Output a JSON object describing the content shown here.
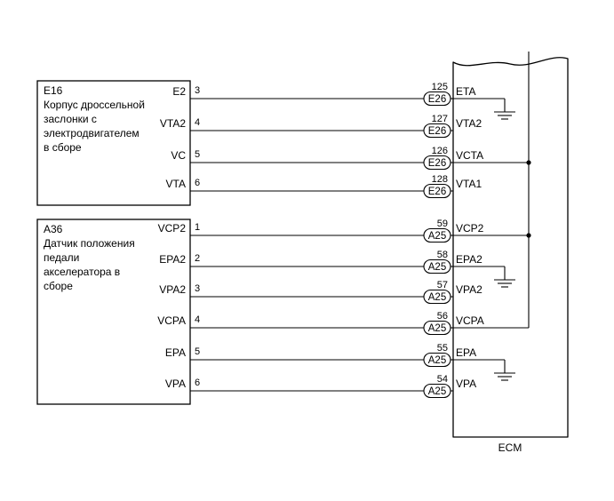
{
  "components": [
    {
      "id": "E16",
      "description": [
        "Корпус дроссельной",
        "заслонки с",
        "электродвигателем",
        "в сборе"
      ]
    },
    {
      "id": "A36",
      "description": [
        "Датчик положения",
        "педали",
        "акселератора в",
        "сборе"
      ]
    }
  ],
  "ecm": {
    "label": "ECM"
  },
  "wires": [
    {
      "component": 0,
      "left_terminal": "E2",
      "left_pin": "3",
      "ecm_pin": "125",
      "connector": "E26",
      "ecm_terminal": "ETA",
      "end": "ground"
    },
    {
      "component": 0,
      "left_terminal": "VTA2",
      "left_pin": "4",
      "ecm_pin": "127",
      "connector": "E26",
      "ecm_terminal": "VTA2",
      "end": "none"
    },
    {
      "component": 0,
      "left_terminal": "VC",
      "left_pin": "5",
      "ecm_pin": "126",
      "connector": "E26",
      "ecm_terminal": "VCTA",
      "end": "bus-junction"
    },
    {
      "component": 0,
      "left_terminal": "VTA",
      "left_pin": "6",
      "ecm_pin": "128",
      "connector": "E26",
      "ecm_terminal": "VTA1",
      "end": "none"
    },
    {
      "component": 1,
      "left_terminal": "VCP2",
      "left_pin": "1",
      "ecm_pin": "59",
      "connector": "A25",
      "ecm_terminal": "VCP2",
      "end": "bus-junction"
    },
    {
      "component": 1,
      "left_terminal": "EPA2",
      "left_pin": "2",
      "ecm_pin": "58",
      "connector": "A25",
      "ecm_terminal": "EPA2",
      "end": "ground"
    },
    {
      "component": 1,
      "left_terminal": "VPA2",
      "left_pin": "3",
      "ecm_pin": "57",
      "connector": "A25",
      "ecm_terminal": "VPA2",
      "end": "none"
    },
    {
      "component": 1,
      "left_terminal": "VCPA",
      "left_pin": "4",
      "ecm_pin": "56",
      "connector": "A25",
      "ecm_terminal": "VCPA",
      "end": "bus-corner"
    },
    {
      "component": 1,
      "left_terminal": "EPA",
      "left_pin": "5",
      "ecm_pin": "55",
      "connector": "A25",
      "ecm_terminal": "EPA",
      "end": "ground"
    },
    {
      "component": 1,
      "left_terminal": "VPA",
      "left_pin": "6",
      "ecm_pin": "54",
      "connector": "A25",
      "ecm_terminal": "VPA",
      "end": "none"
    }
  ]
}
